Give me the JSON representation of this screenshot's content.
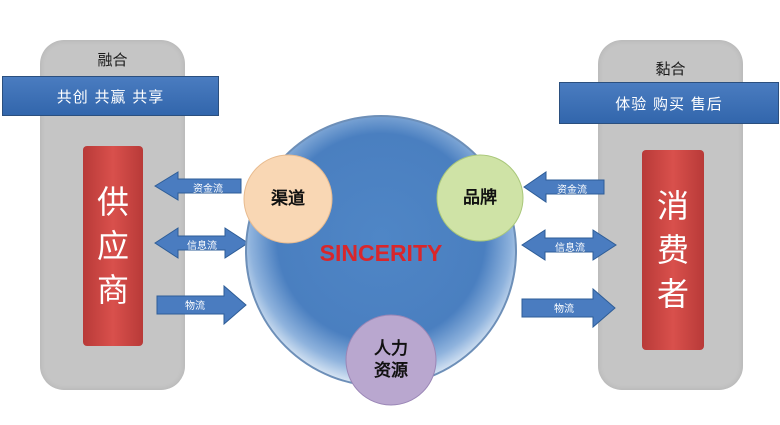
{
  "left": {
    "title": "融合",
    "banner": "共创  共赢  共享",
    "box": [
      "供",
      "应",
      "商"
    ],
    "arrows": [
      "资金流",
      "信息流",
      "物流"
    ]
  },
  "right": {
    "title": "黏合",
    "banner": "体验  购买  售后",
    "box": [
      "消",
      "费",
      "者"
    ],
    "arrows": [
      "资金流",
      "信息流",
      "物流"
    ]
  },
  "center": {
    "title": "SINCERITY",
    "nodes": {
      "channel": "渠道",
      "brand": "品牌",
      "hr_line1": "人力",
      "hr_line2": "资源"
    }
  },
  "colors": {
    "column": "#c5c5c5",
    "banner": "#3a6db4",
    "red_box": "#c9433f",
    "arrow": "#4a7cc0",
    "circle": "#4f86c6",
    "title": "#d9262b",
    "node_channel": "#f9d7b4",
    "node_brand": "#cfe3a6",
    "node_hr": "#b9a7cf"
  }
}
